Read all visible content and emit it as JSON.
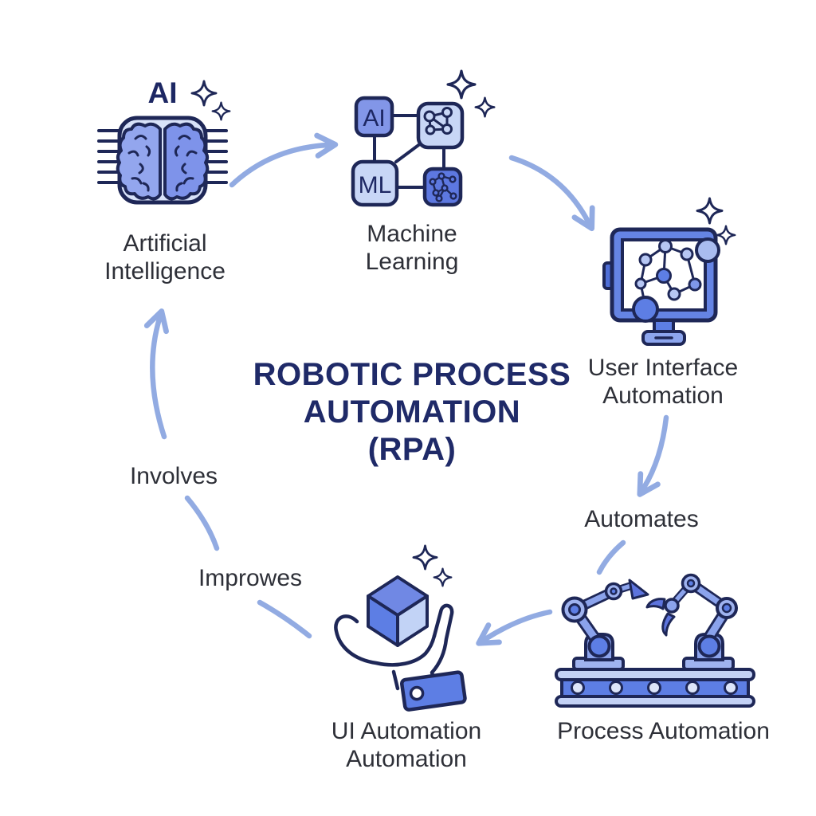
{
  "title": {
    "line1": "ROBOTIC PROCESS",
    "line2": "AUTOMATION",
    "line3": "(RPA)"
  },
  "nodes": {
    "artificial_intelligence": {
      "badge": "AI",
      "label_line1": "Artificial",
      "label_line2": "Intelligence"
    },
    "machine_learning": {
      "square_ai": "AI",
      "square_ml": "ML",
      "label_line1": "Machine",
      "label_line2": "Learning"
    },
    "user_interface_automation": {
      "label_line1": "User Interface",
      "label_line2": "Automation"
    },
    "process_automation": {
      "label": "Process Automation"
    },
    "ui_automation": {
      "label_line1": "UI Automation",
      "label_line2": "Automation"
    }
  },
  "connector_labels": {
    "involves": "Involves",
    "improves": "Improwes",
    "automates": "Automates"
  },
  "colors": {
    "outline_navy": "#1e2757",
    "title_navy": "#1f2a68",
    "label_text": "#2e3038",
    "arrow_blue": "#92abe2",
    "fill_light_blue": "#c9d8f6",
    "fill_medium_blue": "#5d7ee4",
    "fill_periwinkle": "#8ba3ec",
    "background": "#ffffff"
  }
}
